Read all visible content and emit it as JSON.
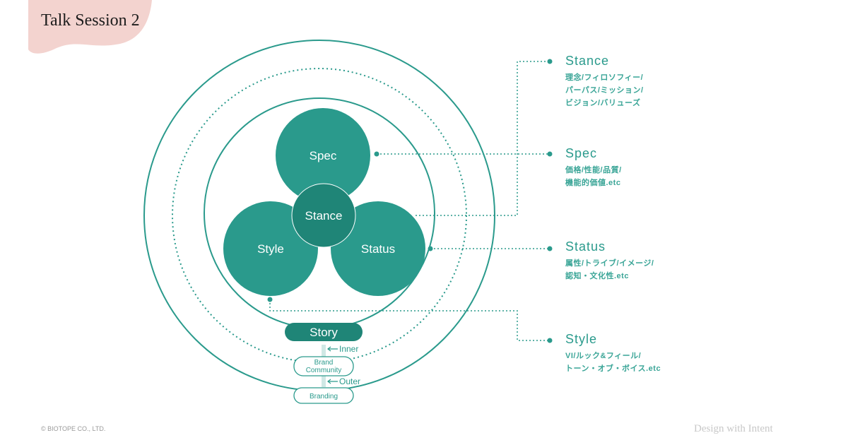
{
  "header": {
    "title": "Talk Session 2"
  },
  "diagram": {
    "circles": {
      "spec": "Spec",
      "stance": "Stance",
      "style": "Style",
      "status": "Status"
    },
    "story": "Story",
    "inner": "Inner",
    "brand_community": [
      "Brand",
      "Community"
    ],
    "outer": "Outer",
    "branding": "Branding"
  },
  "legend": [
    {
      "title": "Stance",
      "lines": [
        "理念/フィロソフィー/",
        "パーパス/ミッション/",
        "ビジョン/バリューズ"
      ]
    },
    {
      "title": "Spec",
      "lines": [
        "価格/性能/品質/",
        "機能的価値.etc"
      ]
    },
    {
      "title": "Status",
      "lines": [
        "属性/トライブ/イメージ/",
        "認知・文化性.etc"
      ]
    },
    {
      "title": "Style",
      "lines": [
        "VI/ルック&フィール/",
        "トーン・オブ・ボイス.etc"
      ]
    }
  ],
  "footer": {
    "copyright": "© BIOTOPE CO., LTD.",
    "tagline": "Design with Intent"
  },
  "colors": {
    "teal": "#2a9a8c",
    "dark_teal": "#1f8577",
    "pink": "#f3d3cf"
  }
}
